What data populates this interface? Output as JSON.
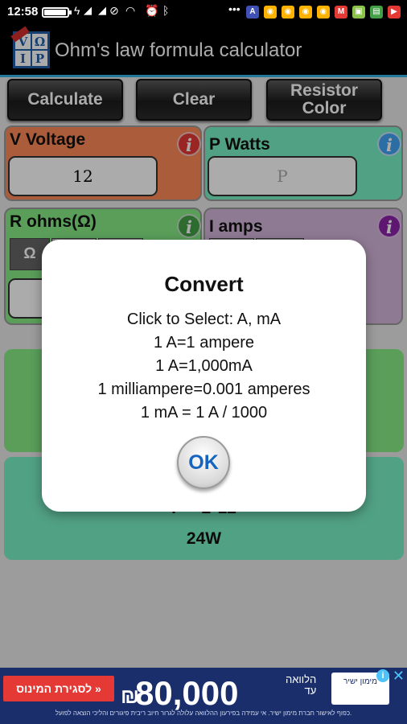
{
  "status_bar": {
    "time": "12:58",
    "battery_level": 0.9,
    "left_icons": [
      "charging-icon",
      "signal-icon",
      "signal-icon",
      "no-disturb-icon",
      "wifi-icon",
      "alarm-icon",
      "bluetooth-icon"
    ],
    "more_indicator": "•••"
  },
  "app": {
    "title": "Ohm's law formula calculator",
    "icon_letters": [
      "V",
      "Ω",
      "I",
      "P"
    ]
  },
  "toolbar": {
    "calculate_label": "Calculate",
    "clear_label": "Clear",
    "resistor_color_line1": "Resistor",
    "resistor_color_line2": "Color"
  },
  "panels": {
    "voltage": {
      "label": "V Voltage",
      "value": "12",
      "color": "#ff8a57"
    },
    "watts": {
      "label": "P Watts",
      "placeholder": "P",
      "color": "#79f0c6"
    },
    "ohms": {
      "label": "R ohms(Ω)",
      "unit_selected": "Ω",
      "color": "#87ec87"
    },
    "amps": {
      "label": "I amps",
      "color": "#d6b7dc"
    }
  },
  "results": {
    "formula_partial": "P = 2*12",
    "watts_result": "24W"
  },
  "dialog": {
    "title": "Convert",
    "lines": [
      "Click to Select: A, mA",
      "1 A=1 ampere",
      "1 A=1,000mA",
      "1 milliampere=0.001 amperes",
      "1 mA = 1 A / 1000"
    ],
    "ok_label": "OK"
  },
  "ad": {
    "cta": "לסגירת המינוס »",
    "currency": "₪",
    "amount": "80,000",
    "upto_line1": "הלוואה",
    "upto_line2": "עד",
    "brand": "מימון ישיר",
    "fine_print": "כפוף לאישור חברת מימון ישיר. אי עמידה בפירעון ההלוואה עלולה לגרור חיוב ריבית פיגורים והליכי הוצאה לפועל."
  }
}
